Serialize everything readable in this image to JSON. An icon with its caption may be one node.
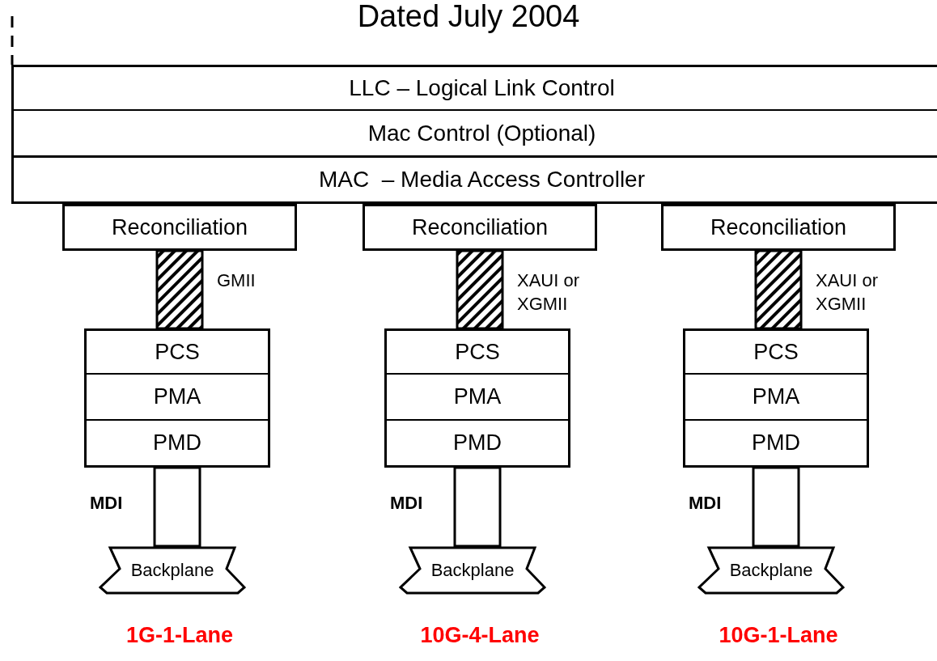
{
  "diagram": {
    "title": "Dated July 2004",
    "nodes": [
      {
        "text": [
          "LLC – Logical Link Control"
        ]
      },
      {
        "text": [
          "Mac Control (Optional)"
        ]
      },
      {
        "text": [
          "MAC  – Media Access Controller"
        ]
      },
      {
        "text": [
          "Reconciliation"
        ]
      },
      {
        "text": [
          "PCS"
        ]
      },
      {
        "text": [
          "PMA"
        ]
      },
      {
        "text": [
          "PMD"
        ]
      },
      {
        "text": [
          "Backplane"
        ]
      },
      {
        "text": [
          "Reconciliation"
        ]
      },
      {
        "text": [
          "PCS"
        ]
      },
      {
        "text": [
          "PMA"
        ]
      },
      {
        "text": [
          "PMD"
        ]
      },
      {
        "text": [
          "Backplane"
        ]
      },
      {
        "text": [
          "Reconciliation"
        ]
      },
      {
        "text": [
          "PCS"
        ]
      },
      {
        "text": [
          "PMA"
        ]
      },
      {
        "text": [
          "PMD"
        ]
      },
      {
        "text": [
          "Backplane"
        ]
      }
    ],
    "edges": [
      {
        "from": 3,
        "to": 4,
        "arrow": "none",
        "label": "GMII",
        "style": "thick"
      },
      {
        "from": 6,
        "to": 7,
        "arrow": "none",
        "label": "MDI"
      },
      {
        "from": 8,
        "to": 9,
        "arrow": "none",
        "label": "XAUI or XGMII",
        "style": "thick"
      },
      {
        "from": 11,
        "to": 12,
        "arrow": "none",
        "label": "MDI"
      },
      {
        "from": 13,
        "to": 14,
        "arrow": "none",
        "label": "XAUI or XGMII",
        "style": "thick"
      },
      {
        "from": 16,
        "to": 17,
        "arrow": "none",
        "label": "MDI"
      }
    ],
    "labels": [
      "1G-1-Lane",
      "10G-4-Lane",
      "10G-1-Lane"
    ]
  }
}
